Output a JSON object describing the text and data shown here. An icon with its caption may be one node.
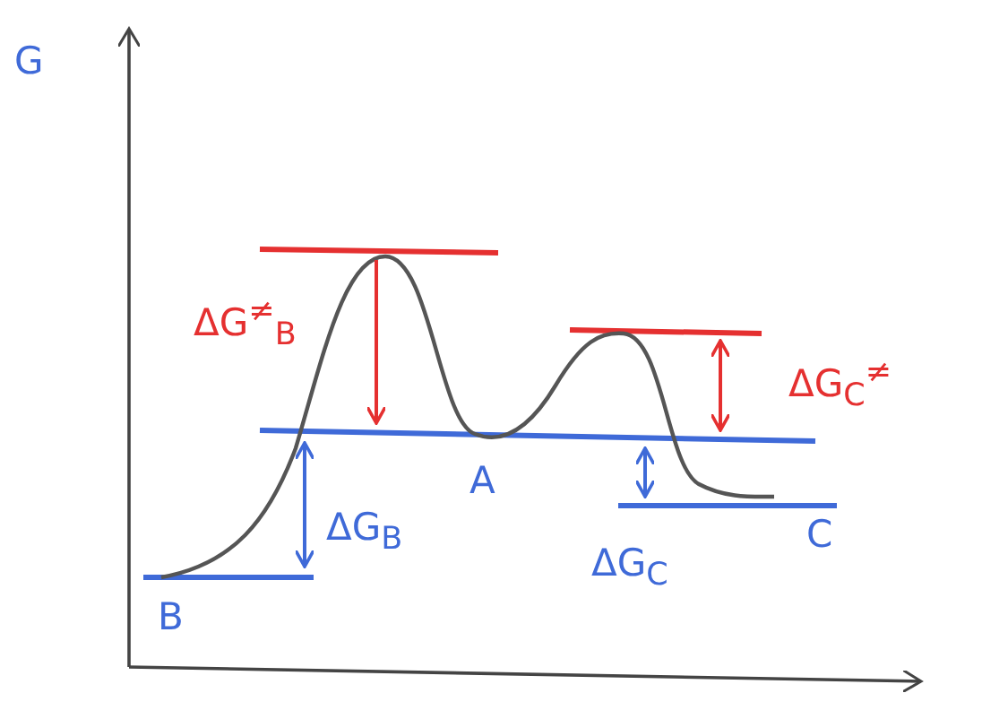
{
  "diagram": {
    "labels": [
      "G",
      "ΔG$^{≠}$$_{B}$",
      "ΔG$_{C}$$^{≠}$",
      "A",
      "ΔG$_{B}$",
      "C",
      "ΔG$_{C}$",
      "B"
    ]
  }
}
